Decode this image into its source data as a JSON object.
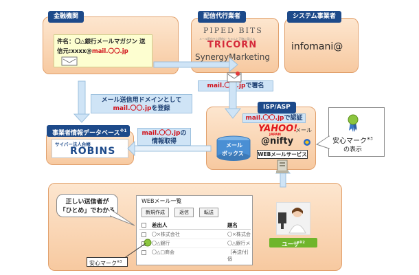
{
  "labels": {
    "financial": "金融機関",
    "delivery": "配信代行業者",
    "system": "システム事業者",
    "isp": "ISP/ASP",
    "database": "事業者情報データベース",
    "database_note": "※1",
    "user": "ユーザ",
    "user_note": "※2"
  },
  "email": {
    "subject": "件名：〇△銀行メールマガジン 送",
    "from_prefix": "信元:xxxx@",
    "from_domain": "mail.〇〇.jp"
  },
  "logos": {
    "piped": "PIPED BITS",
    "tricorn_small": "メール配信を心理的に ちゃんと正確に届ける",
    "tricorn": "TRICORN",
    "synergy": "SynergyMarketing",
    "infomania": "infomani@",
    "robins_small": "サイバー法人台帳",
    "robins": "ROBINS",
    "yahoo": "YAHOO!",
    "yahoo_japan": "JAPAN",
    "yahoo_mail": "メール",
    "nifty": "@nifty",
    "webmail_service": "WEBメールサービス"
  },
  "flows": {
    "sign_domain": "mail.〇〇.jp",
    "sign_text": "で署名",
    "register_line1": "メール送信用ドメインとして",
    "register_domain": "mail.〇〇.jp",
    "register_text": "を登録",
    "acquire_domain": "mail.〇〇.jp",
    "acquire_line1_suffix": "の",
    "acquire_line2": "情報取得",
    "auth_domain": "mail.〇〇.jp",
    "auth_text": "で認証"
  },
  "mailbox": {
    "line1": "メール",
    "line2": "ボックス"
  },
  "callouts": {
    "safe_mark_line1": "安心マーク",
    "safe_mark_note": "※3",
    "safe_mark_line2": "の表示",
    "correct_line1": "正しい送信者が",
    "correct_line2": "「ひとめ」でわかる",
    "anshin_label": "安心マーク",
    "anshin_note": "※3"
  },
  "webmail": {
    "title": "WEBメール一覧",
    "buttons": [
      "新規作成",
      "返信",
      "転送"
    ],
    "col_sender": "差出人",
    "col_subject": "題名",
    "rows": [
      {
        "sender": "〇×株式会社",
        "subject": "〇×株式会"
      },
      {
        "sender": "〇△銀行",
        "subject": "〇△銀行メ"
      },
      {
        "sender": "〇△□商会",
        "subject": "［再送付］個"
      }
    ]
  },
  "colors": {
    "navy": "#1d4a8a",
    "panel": "#f7c9a0",
    "accent_red": "#d0121b",
    "flow": "#cfe4f6"
  }
}
